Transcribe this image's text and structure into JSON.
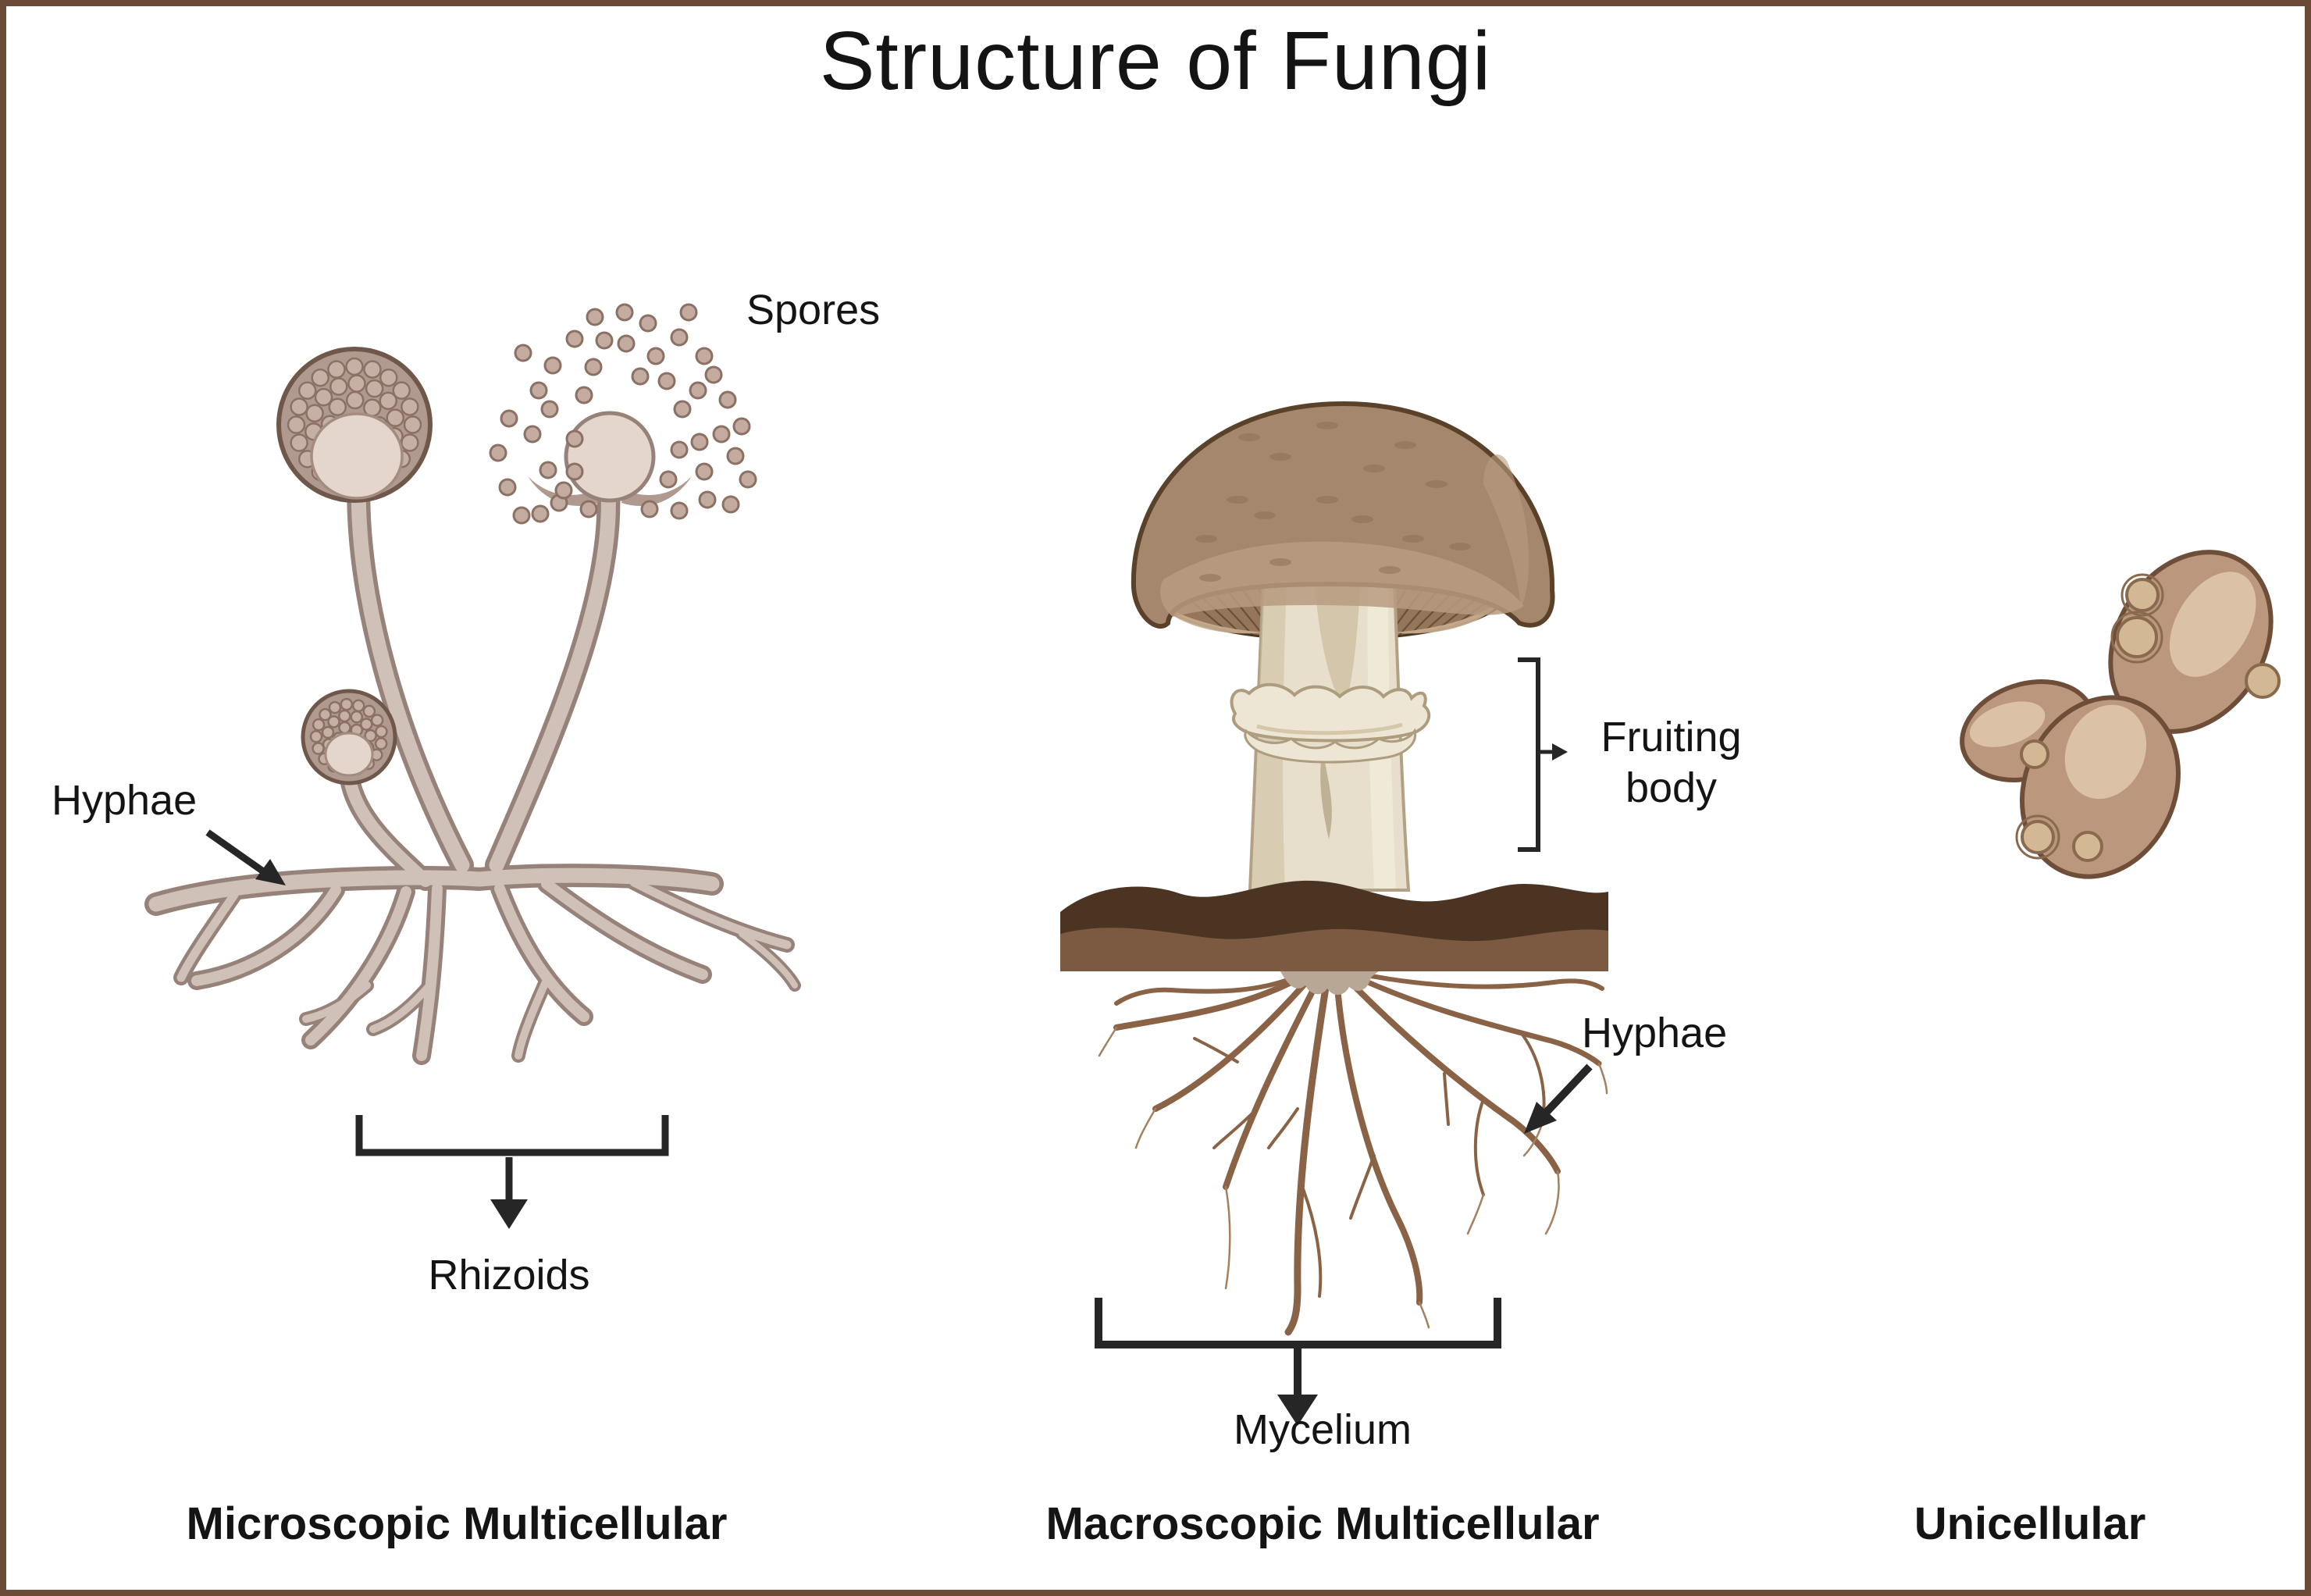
{
  "title": "Structure of Fungi",
  "panels": {
    "microscopic": {
      "caption": "Microscopic Multicellular",
      "labels": {
        "spores": "Spores",
        "hyphae": "Hyphae",
        "rhizoids": "Rhizoids"
      }
    },
    "macroscopic": {
      "caption": "Macroscopic Multicellular",
      "labels": {
        "fruiting_body": "Fruiting body",
        "hyphae": "Hyphae",
        "mycelium": "Mycelium"
      }
    },
    "unicellular": {
      "caption": "Unicellular"
    }
  },
  "palette": {
    "border": "#6b4a38",
    "ink": "#141414",
    "arrow": "#262626",
    "stalkFill": "#cfc0b8",
    "stalkLine": "#97827a",
    "headFill": "#b09a90",
    "headLine": "#6f574a",
    "headDot": "#c6b0a6",
    "headDotLine": "#8b7164",
    "columella": "#e4d6cc",
    "spore": "#c3aba0",
    "sporeLine": "#8b7164",
    "cap": "#a5876d",
    "capLine": "#5a4129",
    "capHi": "#b79b80",
    "rim": "#c9ae90",
    "gills": "#96765a",
    "gillLine": "#4a3724",
    "stem": "#e7dfcc",
    "stemShadow": "#cfc2a4",
    "stemLine": "#b2a184",
    "ring": "#eee6d4",
    "ringLine": "#ad9c7e",
    "soilDark": "#4c3423",
    "soilLight": "#7b5a41",
    "root": "#8a6246",
    "rootThin": "#a5805f",
    "yeastBody": "#bb977e",
    "yeastLine": "#6e4e39",
    "yeastHi": "#e0c8ab",
    "yeastScar": "#d3b894",
    "yeastScarLine": "#8a6a4f"
  }
}
